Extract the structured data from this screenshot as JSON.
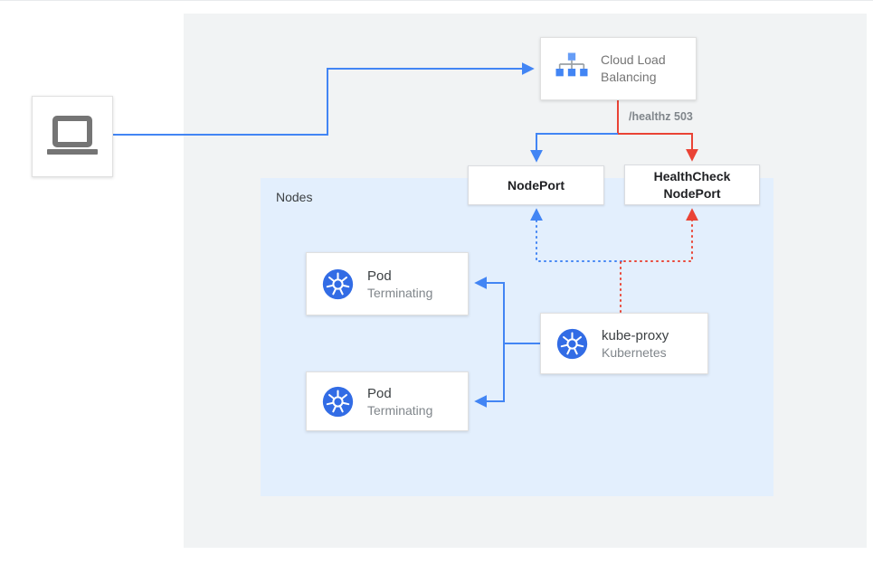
{
  "colors": {
    "blue": "#4285f4",
    "red": "#ea4335",
    "panel_bg": "#f1f3f4",
    "nodes_panel_bg": "#e3effd",
    "kubernetes_blue": "#326ce5",
    "card_border": "#dadce0",
    "text_dark": "#3c4043",
    "text_muted": "#80868b",
    "laptop_gray": "#757575"
  },
  "panels": {
    "nodes": {
      "label": "Nodes"
    }
  },
  "nodes": {
    "client": {
      "icon": "laptop-icon"
    },
    "cloud_load_balancing": {
      "label": "Cloud Load Balancing",
      "icon": "load-balancer-icon"
    },
    "nodeport": {
      "label": "NodePort"
    },
    "healthcheck_nodeport": {
      "label": "HealthCheck NodePort"
    },
    "pod_top": {
      "title": "Pod",
      "subtitle": "Terminating",
      "icon": "kubernetes-icon"
    },
    "pod_bottom": {
      "title": "Pod",
      "subtitle": "Terminating",
      "icon": "kubernetes-icon"
    },
    "kube_proxy": {
      "title": "kube-proxy",
      "subtitle": "Kubernetes",
      "icon": "kubernetes-icon"
    }
  },
  "annotations": {
    "healthz": "/healthz 503"
  }
}
